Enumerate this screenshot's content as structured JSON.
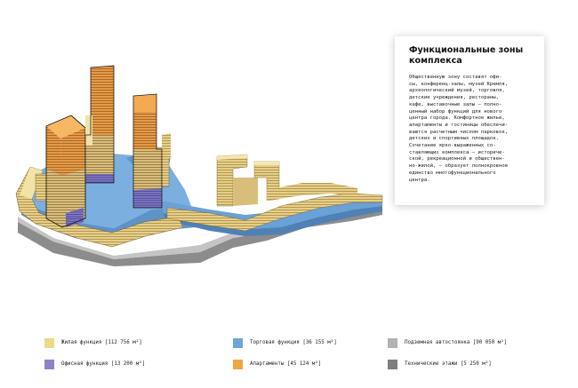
{
  "info": {
    "title": "Функциональные зоны комплекса",
    "body": "Общественную зону составят офи-\nсы, конференц-залы, музей Кремля,\nархеологический музей, торговля,\nдетские учреждения, рестораны,\nкафе, выставочные залы – полно-\nценный набор функций для нового\nцентра города. Комфортное жилье,\nапартаменты и гостиницы обеспечи-\nваются расчетным числом парковок,\nдетских и спортивных площадок.\nСочетание ярко-выраженных со-\nставляющих комплекса – историче-\nской, рекреационной и обществен-\nно-жилой, – образует полнокровное\nединство многофункционального\nцентра."
  },
  "legend": [
    {
      "id": "residential",
      "label": "Жилая функция [112 756 м²]",
      "color": "#ecd98b"
    },
    {
      "id": "retail",
      "label": "Торговая функция [36 155 м²]",
      "color": "#6ea4d6"
    },
    {
      "id": "parking",
      "label": "Подземная автостоянка [90 050 м²]",
      "color": "#b2b2b2"
    },
    {
      "id": "office",
      "label": "Офисная функция [13 200 м²]",
      "color": "#8d84c8"
    },
    {
      "id": "apartments",
      "label": "Апартаменты [45 124 м²]",
      "color": "#eda645"
    },
    {
      "id": "technical",
      "label": "Технические этажи [5 250 м²]",
      "color": "#7b7f7e"
    }
  ]
}
